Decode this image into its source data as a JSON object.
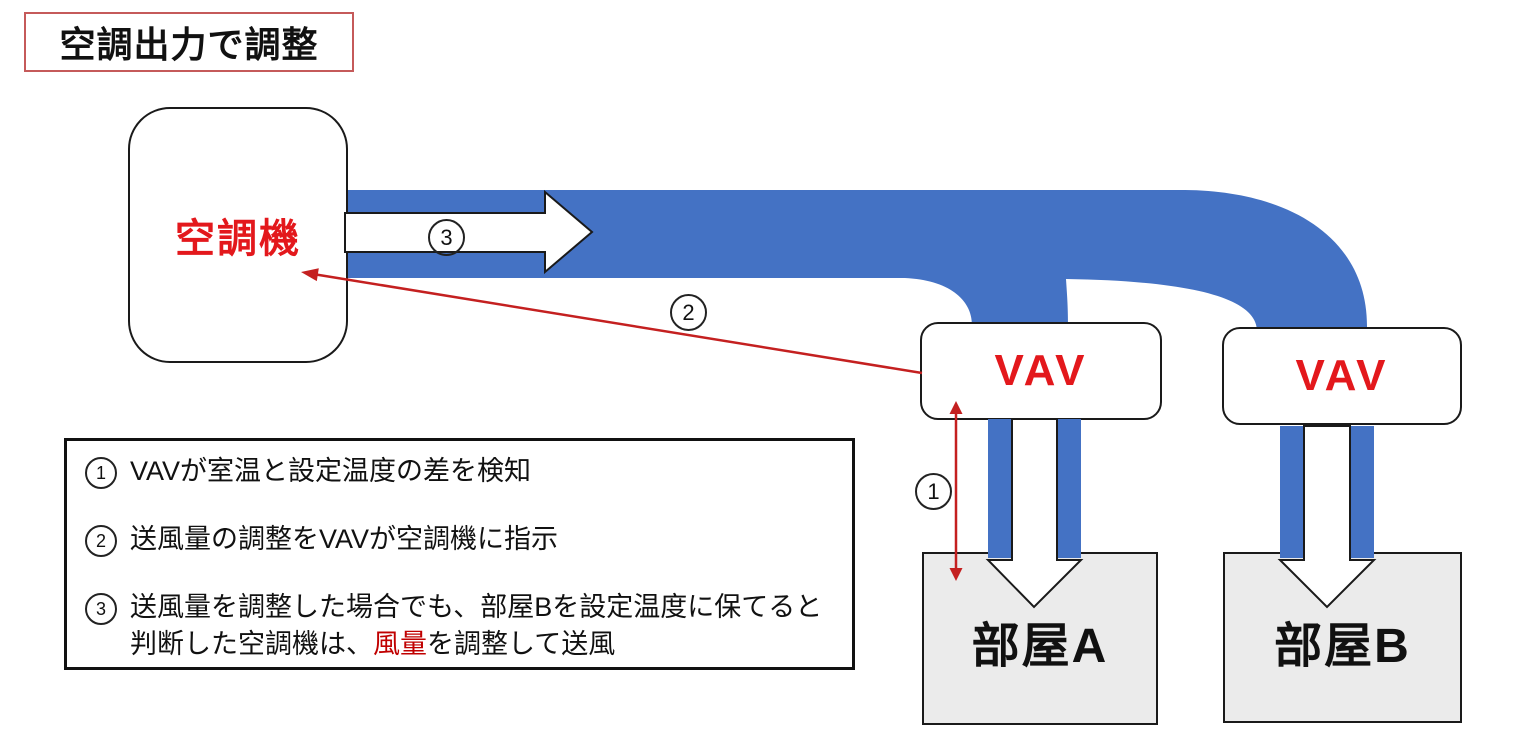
{
  "title": "空調出力で調整",
  "nodes": {
    "ahu_label": "空調機",
    "vav_a_label": "VAV",
    "vav_b_label": "VAV",
    "room_a_label": "部屋A",
    "room_b_label": "部屋B"
  },
  "steps": {
    "s1": "1",
    "s2": "2",
    "s3": "3"
  },
  "legend": {
    "items": [
      {
        "num": "1",
        "text": "VAVが室温と設定温度の差を検知"
      },
      {
        "num": "2",
        "text": "送風量の調整をVAVが空調機に指示"
      },
      {
        "num": "3",
        "text_before": "送風量を調整した場合でも、部屋Bを設定温度に保てると判断した空調機は、",
        "highlight": "風量",
        "text_after": "を調整して送風"
      }
    ]
  },
  "colors": {
    "duct_blue": "#4472C4",
    "label_red": "#E3181C",
    "arrow_red": "#C42020",
    "highlight_red": "#C00000",
    "room_fill": "#EBEBEB",
    "title_border": "#C55A5A",
    "line_black": "#1A1A1A"
  }
}
